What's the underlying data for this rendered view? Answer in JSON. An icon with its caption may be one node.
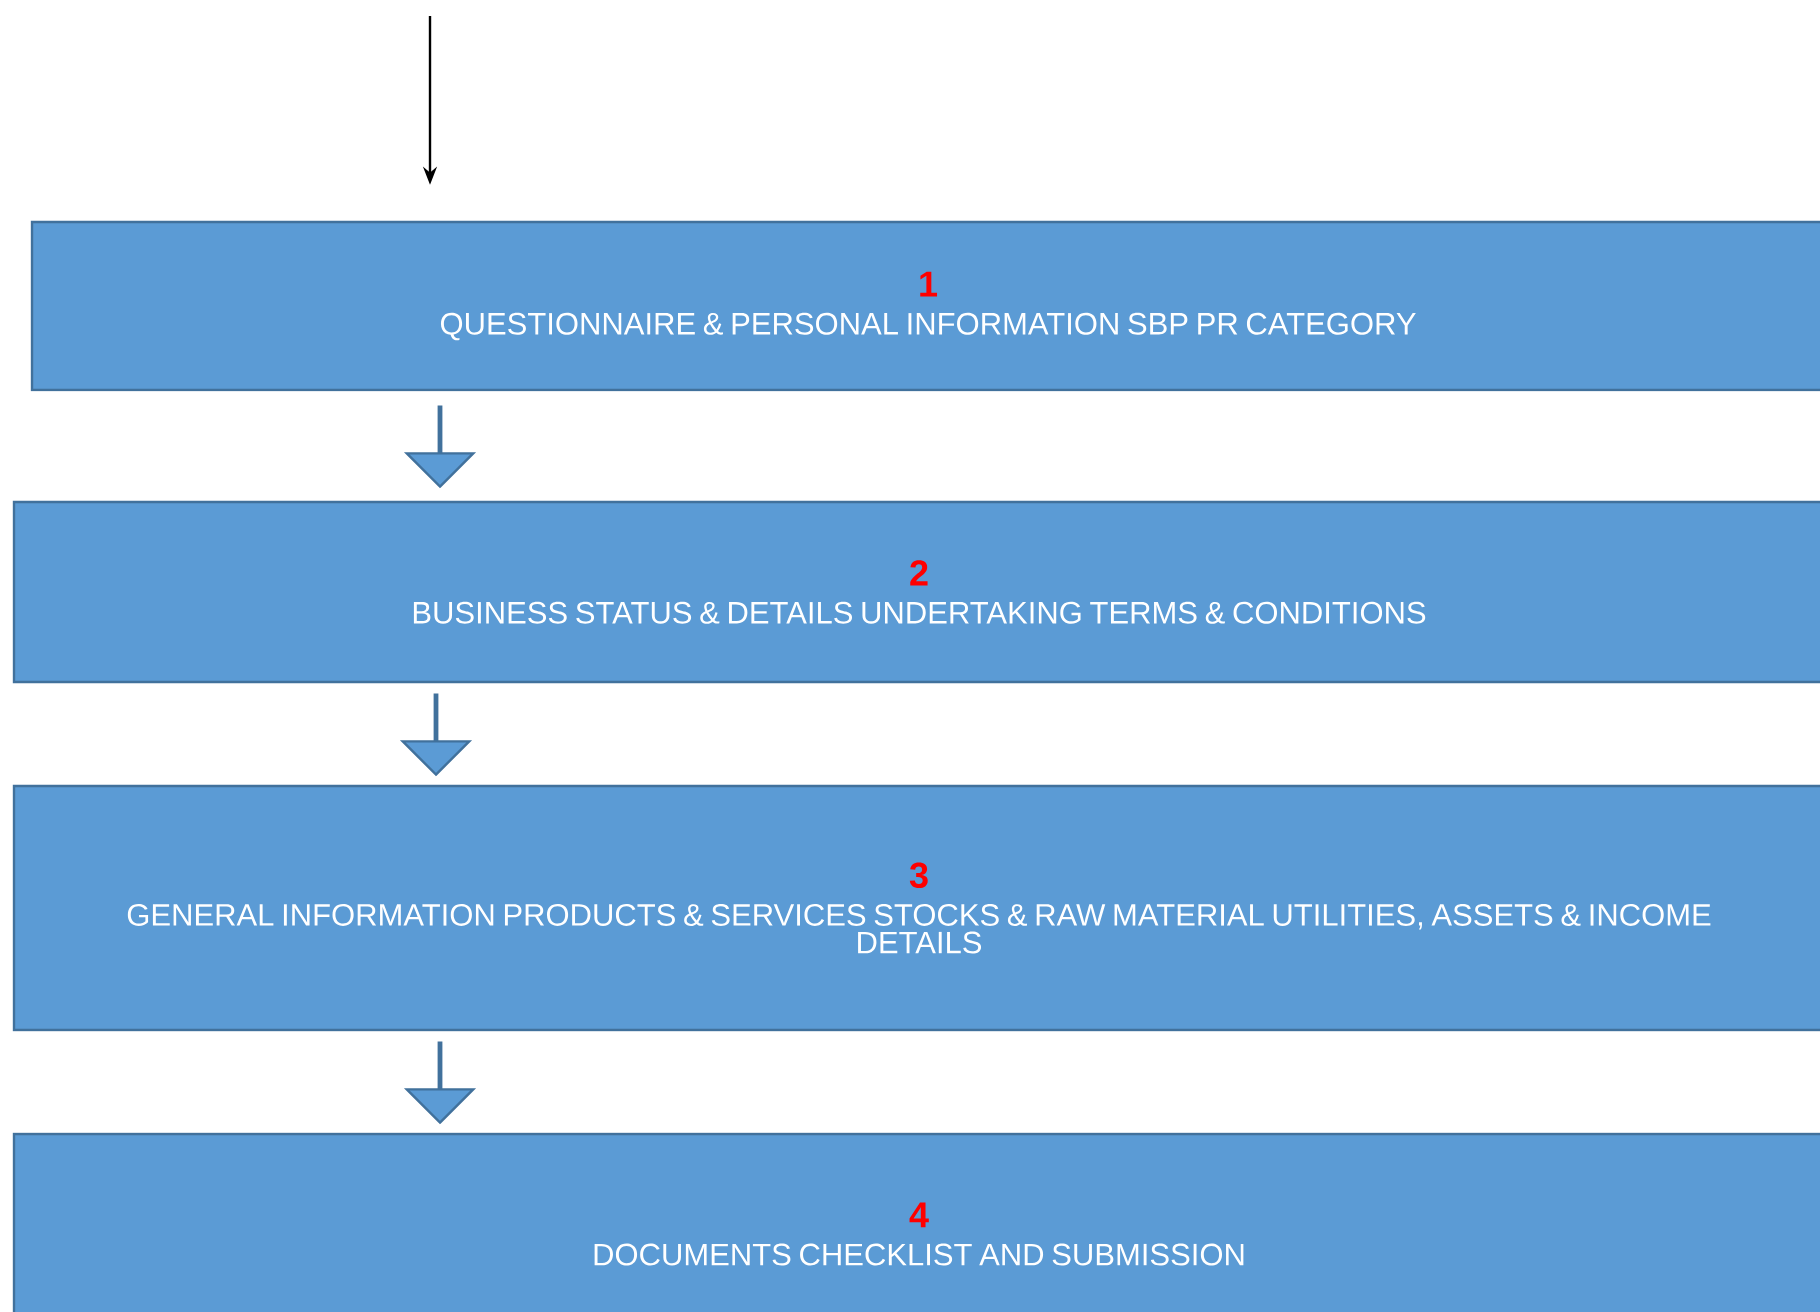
{
  "diagram": {
    "nodes": [
      {
        "text": [
          "1",
          "QUESTIONNAIRE & PERSONAL INFORMATION SBP PR CATEGORY"
        ]
      },
      {
        "text": [
          "2",
          "BUSINESS STATUS & DETAILS UNDERTAKING TERMS & CONDITIONS"
        ]
      },
      {
        "text": [
          "3",
          "GENERAL INFORMATION PRODUCTS & SERVICES STOCKS & RAW MATERIAL UTILITIES, ASSETS & INCOME DETAILS"
        ]
      },
      {
        "text": [
          "4",
          "DOCUMENTS CHECKLIST AND SUBMISSION"
        ]
      }
    ],
    "edges": [
      {
        "from": null,
        "to": 0,
        "arrow": "to"
      },
      {
        "from": 0,
        "to": 1,
        "arrow": "to"
      },
      {
        "from": 1,
        "to": 2,
        "arrow": "to"
      },
      {
        "from": 2,
        "to": 3,
        "arrow": "to"
      }
    ]
  }
}
